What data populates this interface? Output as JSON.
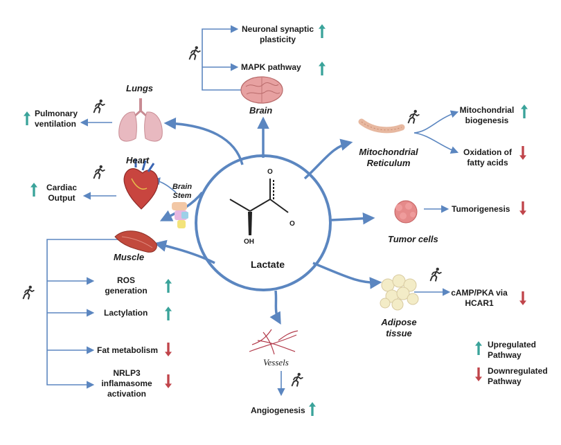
{
  "center": {
    "label": "Lactate",
    "atom_o1": "O",
    "atom_o2": "O",
    "atom_oh": "OH"
  },
  "organs": {
    "brain": "Brain",
    "lungs": "Lungs",
    "heart": "Heart",
    "brain_stem_line1": "Brain",
    "brain_stem_line2": "Stem",
    "muscle": "Muscle",
    "mitochondrial_line1": "Mitochondrial",
    "mitochondrial_line2": "Reticulum",
    "tumor": "Tumor cells",
    "adipose_line1": "Adipose",
    "adipose_line2": "tissue",
    "vessels": "Vessels"
  },
  "effects": {
    "neuronal_line1": "Neuronal synaptic",
    "neuronal_line2": "plasticity",
    "mapk": "MAPK pathway",
    "pulmonary_line1": "Pulmonary",
    "pulmonary_line2": "ventilation",
    "cardiac_line1": "Cardiac",
    "cardiac_line2": "Output",
    "mito_biogenesis_line1": "Mitochondrial",
    "mito_biogenesis_line2": "biogenesis",
    "oxidation_line1": "Oxidation of",
    "oxidation_line2": "fatty acids",
    "tumorigenesis": "Tumorigenesis",
    "camp_line1": "cAMP/PKA via",
    "camp_line2": "HCAR1",
    "ros_line1": "ROS",
    "ros_line2": "generation",
    "lactylation": "Lactylation",
    "fat_metabolism": "Fat metabolism",
    "nlrp3_line1": "NRLP3",
    "nlrp3_line2": "inflamasome",
    "nlrp3_line3": "activation",
    "angiogenesis": "Angiogenesis"
  },
  "legend": {
    "up_line1": "Upregulated",
    "up_line2": "Pathway",
    "down_line1": "Downregulated",
    "down_line2": "Pathway"
  },
  "colors": {
    "connector_blue": "#5b86c0",
    "arrow_up_teal": "#3aa39a",
    "arrow_down_red": "#c0444a",
    "circle_stroke": "#5b86c0"
  },
  "icons": {
    "runner": "runner-icon",
    "up": "up-arrow-icon",
    "down": "down-arrow-icon"
  }
}
